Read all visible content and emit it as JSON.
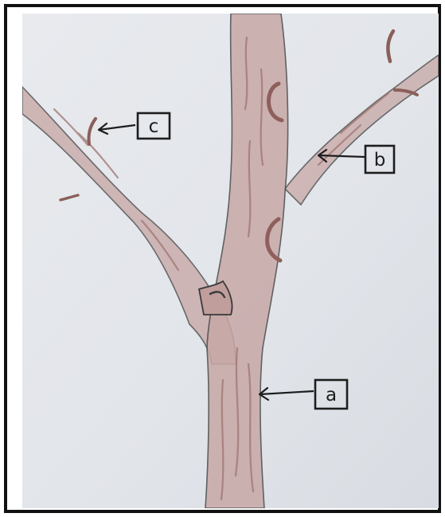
{
  "labels": [
    {
      "id": "a",
      "text": "a"
    },
    {
      "id": "b",
      "text": "b"
    },
    {
      "id": "c",
      "text": "c"
    }
  ],
  "colors": {
    "paper": "#e4e6ea",
    "bark_fill": "#c7a8a6",
    "bark_shade": "#a77d79",
    "outline": "#484848",
    "ink": "#1d1d1d",
    "frame": "#111111"
  }
}
